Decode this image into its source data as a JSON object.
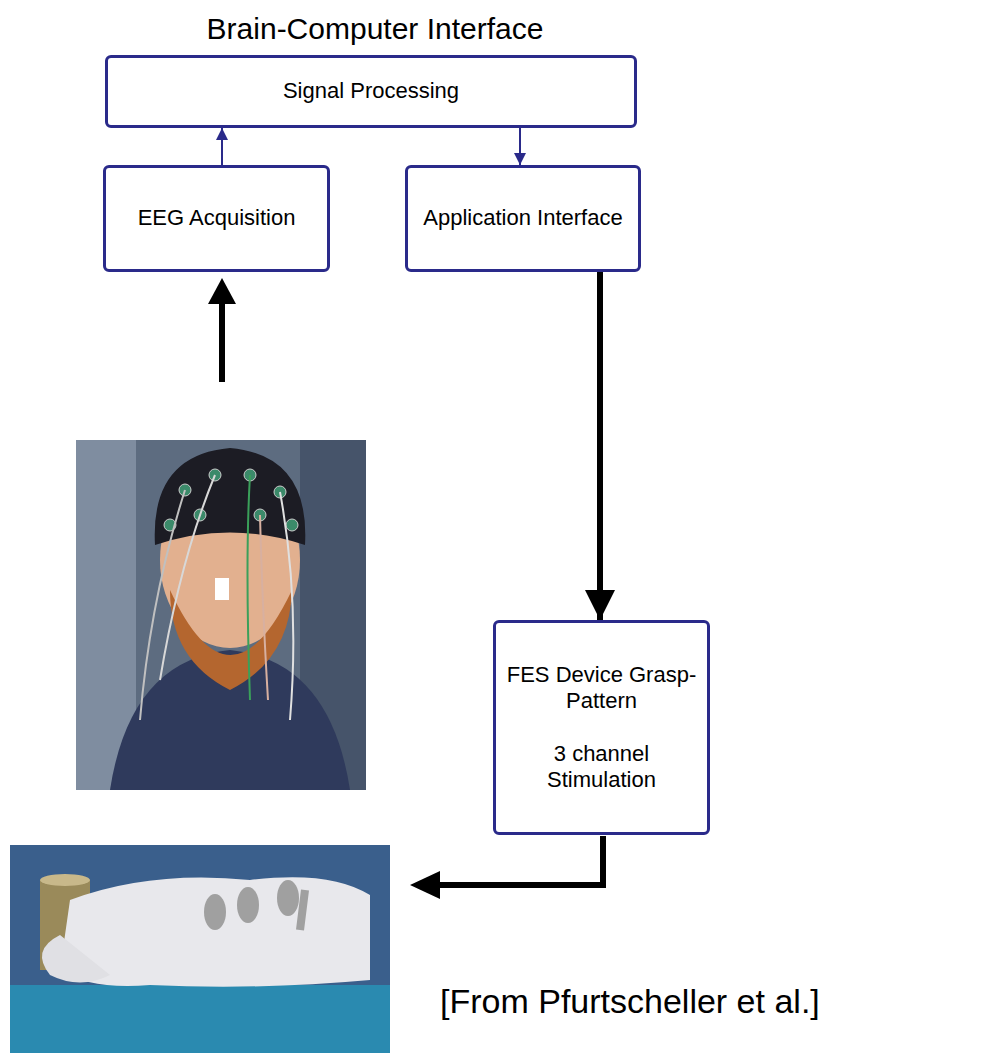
{
  "diagram": {
    "title": "Brain-Computer Interface",
    "nodes": [
      {
        "text": [
          "Signal Processing"
        ]
      },
      {
        "text": [
          "EEG Acquisition"
        ]
      },
      {
        "text": [
          "Application Interface"
        ]
      },
      {
        "text": [
          "FES Device Grasp-Pattern",
          "3 channel Stimulation"
        ]
      }
    ],
    "edges": [
      {
        "from": 1,
        "to": 0,
        "arrow": "to"
      },
      {
        "from": 0,
        "to": 2,
        "arrow": "to"
      },
      {
        "from": 2,
        "to": 3,
        "arrow": "to"
      }
    ],
    "labels": [
      "[From Pfurtscheller et al.]"
    ]
  }
}
